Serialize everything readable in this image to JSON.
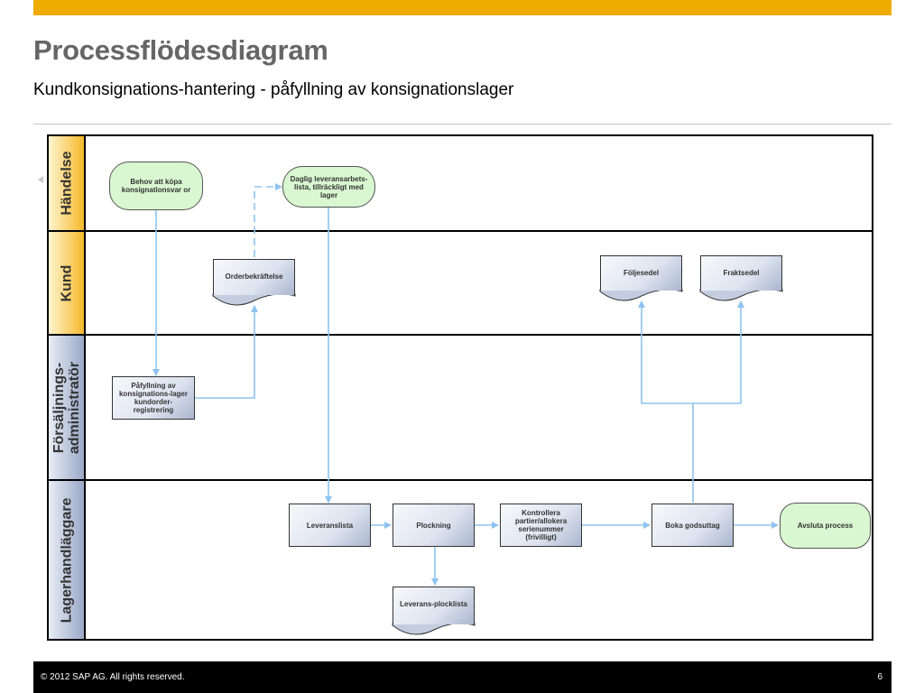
{
  "slide": {
    "title": "Processflödesdiagram",
    "subtitle": "Kundkonsignations-hantering - påfyllning av konsignationslager",
    "accent_color": "#f0ab00"
  },
  "lanes": [
    {
      "label": "Händelse"
    },
    {
      "label": "Kund"
    },
    {
      "label": "Försäljnings-\nadministratör"
    },
    {
      "label": "Lagerhandläggare"
    }
  ],
  "nodes": {
    "behov": "Behov att  köpa konsignationsvar or",
    "daglig": "Daglig leveransarbets-lista, tillräckligt med lager",
    "orderbekraftelse": "Orderbekräftelse",
    "foljesedel": "Följesedel",
    "fraktsedel": "Fraktsedel",
    "pafyllning": "Påfyllning av konsignations-lager kundorder-registrering",
    "leveranslista": "Leveranslista",
    "plockning": "Plockning",
    "kontrollera": "Kontrollera partier/allokera serienummer (frivilligt)",
    "boka": "Boka godsuttag",
    "avsluta": "Avsluta process",
    "leverans_plocklista": "Leverans-plocklista"
  },
  "footer": {
    "copyright": "©  2012 SAP AG. All rights reserved.",
    "page": "6"
  },
  "colors": {
    "event_fill": "#d9f7d0",
    "connector": "#8ec3f0",
    "footer_bg": "#000000"
  }
}
